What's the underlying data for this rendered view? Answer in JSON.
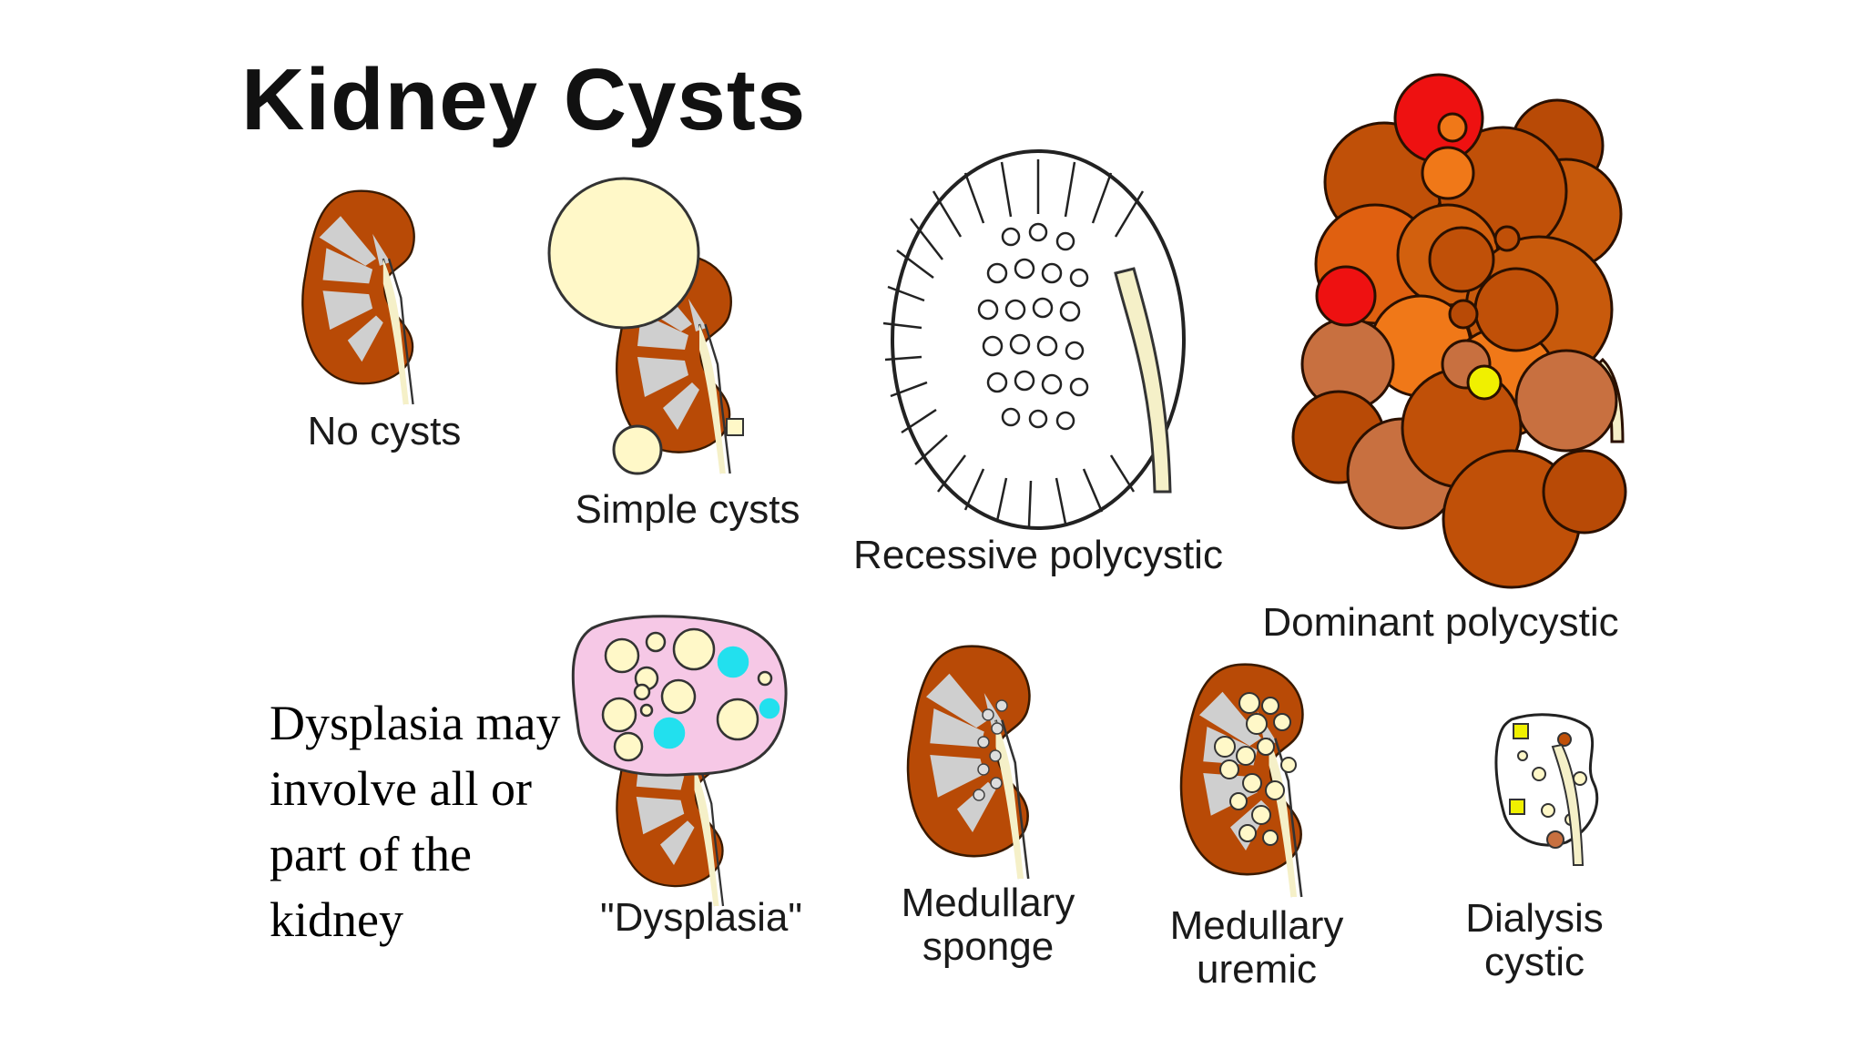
{
  "title": "Kidney Cysts",
  "labels": {
    "no_cysts": "No cysts",
    "simple_cysts": "Simple cysts",
    "recessive": "Recessive polycystic",
    "dominant": "Dominant polycystic",
    "dysplasia": "\"Dysplasia\"",
    "medullary_sponge": "Medullary\nsponge",
    "medullary_uremic": "Medullary\nuremic",
    "dialysis_cystic": "Dialysis\ncystic"
  },
  "note": "Dysplasia may involve all or part of the kidney",
  "colors": {
    "cortex": "#b84a06",
    "medulla": "#cfcfcf",
    "pelvis": "#f5f0c8",
    "simple_cyst": "#fff8c8",
    "dysplasia_bg": "#f6c8e6",
    "dysplasia_blue": "#22e0ee",
    "red_cyst": "#ee1111",
    "yellow_cyst": "#f0f000"
  }
}
